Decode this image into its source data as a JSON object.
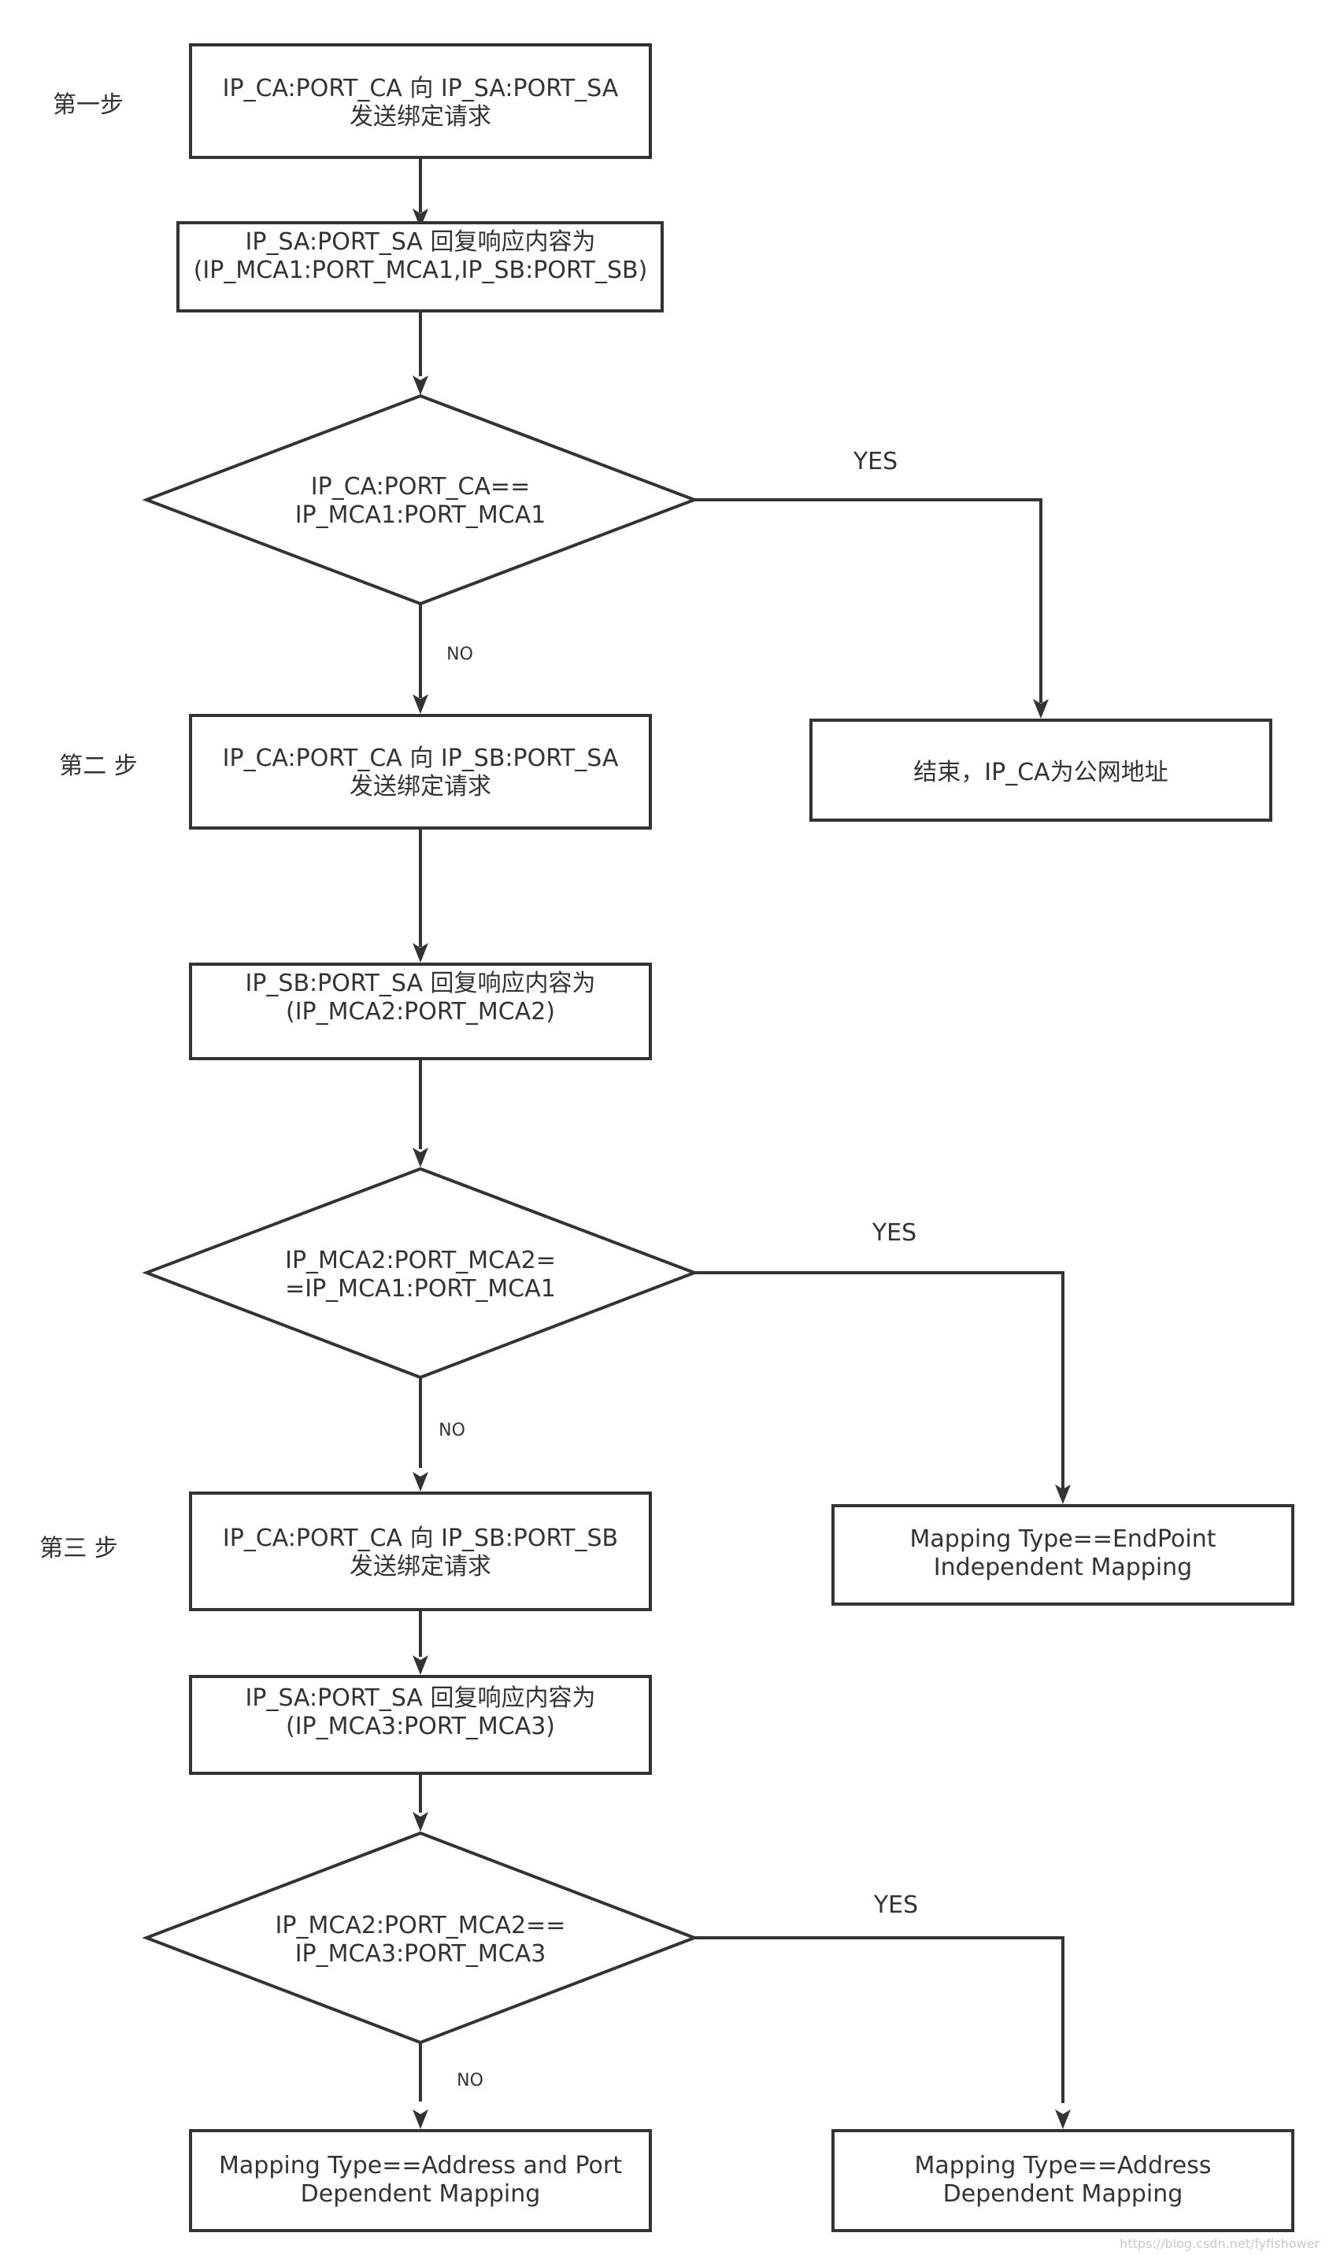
{
  "steps": {
    "s1": "第一步",
    "s2": "第二 步",
    "s3": "第三 步"
  },
  "nodes": {
    "n1": [
      "IP_CA:PORT_CA 向 IP_SA:PORT_SA",
      "发送绑定请求"
    ],
    "n2": [
      "IP_SA:PORT_SA 回复响应内容为",
      "(IP_MCA1:PORT_MCA1,IP_SB:PORT_SB)"
    ],
    "d1": [
      "IP_CA:PORT_CA==",
      "IP_MCA1:PORT_MCA1"
    ],
    "e1": [
      "结束，IP_CA为公网地址"
    ],
    "n3": [
      "IP_CA:PORT_CA 向 IP_SB:PORT_SA",
      "发送绑定请求"
    ],
    "n4": [
      "IP_SB:PORT_SA 回复响应内容为",
      "(IP_MCA2:PORT_MCA2)"
    ],
    "d2": [
      "IP_MCA2:PORT_MCA2=",
      "=IP_MCA1:PORT_MCA1"
    ],
    "e2": [
      "Mapping Type==EndPoint",
      "Independent Mapping"
    ],
    "n5": [
      "IP_CA:PORT_CA 向 IP_SB:PORT_SB",
      "发送绑定请求"
    ],
    "n6": [
      "IP_SA:PORT_SA 回复响应内容为",
      "(IP_MCA3:PORT_MCA3)"
    ],
    "d3": [
      "IP_MCA2:PORT_MCA2==",
      "IP_MCA3:PORT_MCA3"
    ],
    "e3": [
      "Mapping Type==Address and Port",
      "Dependent Mapping"
    ],
    "e4": [
      "Mapping Type==Address",
      "Dependent Mapping"
    ]
  },
  "edge_labels": {
    "yes1": "YES",
    "no1": "NO",
    "yes2": "YES",
    "no2": "NO",
    "yes3": "YES",
    "no3": "NO"
  },
  "watermark": "https://blog.csdn.net/fyfishower",
  "colors": {
    "stroke": "#333333",
    "background": "#ffffff"
  }
}
